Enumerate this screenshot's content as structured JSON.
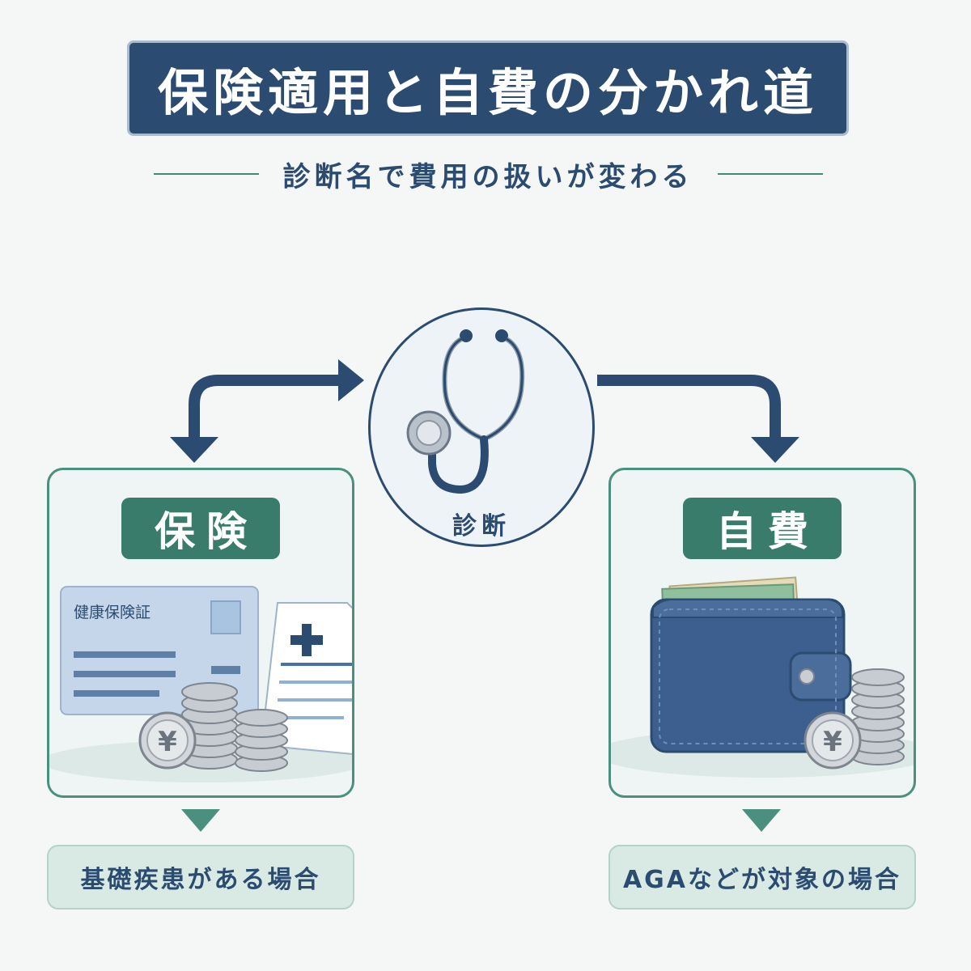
{
  "header": {
    "title": "保険適用と自費の分かれ道",
    "subtitle": "診断名で費用の扱いが変わる"
  },
  "center": {
    "label": "診断",
    "icon": "stethoscope-icon"
  },
  "left_card": {
    "label": "保険",
    "card_text": "健康保険証",
    "coin_symbol": "¥",
    "icons": [
      "insurance-card-icon",
      "medical-document-icon",
      "yen-coin-icon"
    ],
    "result": "基礎疾患がある場合"
  },
  "right_card": {
    "label": "自費",
    "coin_symbol": "¥",
    "icons": [
      "wallet-icon",
      "yen-coin-icon"
    ],
    "result": "AGAなどが対象の場合"
  },
  "colors": {
    "navy": "#2c4b70",
    "green": "#3a7c6b",
    "green_border": "#4b8f7e",
    "background": "#f5f7f7"
  }
}
